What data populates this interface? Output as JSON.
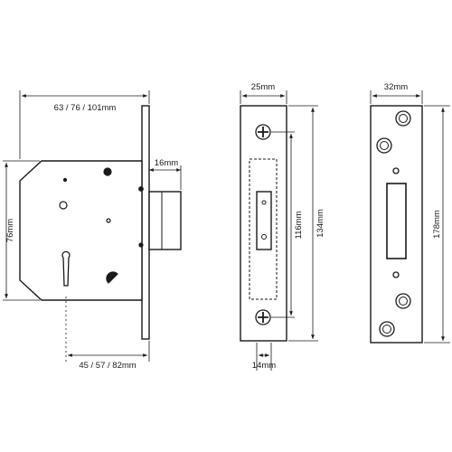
{
  "lock_body": {
    "width_label": "63 / 76 / 101mm",
    "backset_label": "45 / 57 / 82mm",
    "bolt_throw_label": "16mm",
    "height_label": "76mm"
  },
  "faceplate": {
    "width_label": "25mm",
    "fixing_centres_label": "116mm",
    "height_label": "134mm",
    "bolt_width_label": "14mm"
  },
  "strike_plate": {
    "width_label": "32mm",
    "height_label": "178mm"
  },
  "colors": {
    "line": "#1a1a1a",
    "background": "#ffffff"
  }
}
